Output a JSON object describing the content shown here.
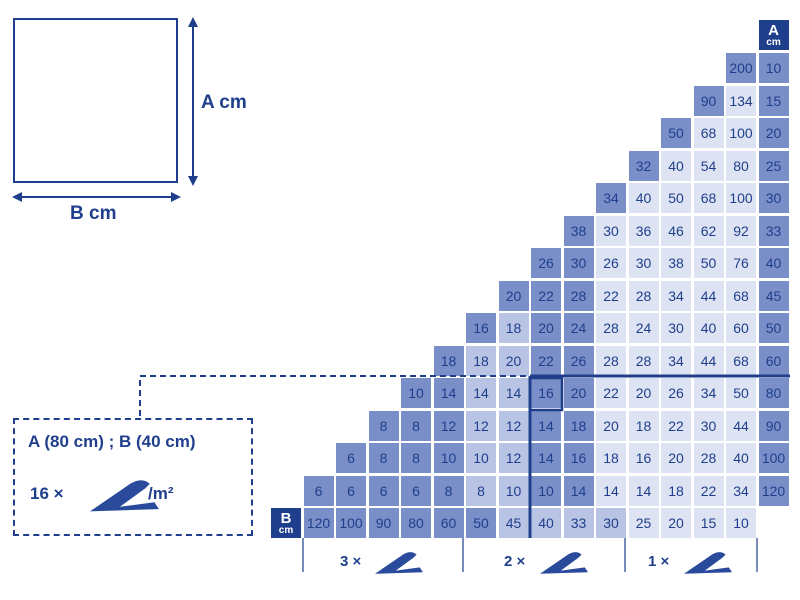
{
  "labels": {
    "a_dim": "A cm",
    "b_dim": "B cm",
    "a_header_letter": "A",
    "a_header_unit": "cm",
    "b_header_letter": "B",
    "b_header_unit": "cm"
  },
  "example": {
    "title": "A (80 cm) ; B (40 cm)",
    "count": "16 ×",
    "unit": "/m²"
  },
  "zones": [
    {
      "label": "3 ×"
    },
    {
      "label": "2 ×"
    },
    {
      "label": "1 ×"
    }
  ],
  "colors": {
    "dark": "#1f3f8c",
    "zone3": "#7a8fc8",
    "zone2": "#b9c4e4",
    "zone1": "#dde3f3"
  },
  "icons": [
    "wedge-icon"
  ],
  "table": {
    "a_values": [
      "10",
      "15",
      "20",
      "25",
      "30",
      "33",
      "40",
      "45",
      "50",
      "60",
      "80",
      "90",
      "100",
      "120"
    ],
    "b_values": [
      "120",
      "100",
      "90",
      "80",
      "60",
      "50",
      "45",
      "40",
      "33",
      "30",
      "25",
      "20",
      "15",
      "10"
    ],
    "rows": [
      [
        "200"
      ],
      [
        "90",
        "134"
      ],
      [
        "50",
        "68",
        "100"
      ],
      [
        "32",
        "40",
        "54",
        "80"
      ],
      [
        "34",
        "40",
        "50",
        "68",
        "100"
      ],
      [
        "38",
        "30",
        "36",
        "46",
        "62",
        "92"
      ],
      [
        "26",
        "30",
        "26",
        "30",
        "38",
        "50",
        "76"
      ],
      [
        "20",
        "22",
        "28",
        "22",
        "28",
        "34",
        "44",
        "68"
      ],
      [
        "16",
        "18",
        "20",
        "24",
        "28",
        "24",
        "30",
        "40",
        "60"
      ],
      [
        "18",
        "18",
        "20",
        "22",
        "26",
        "28",
        "28",
        "34",
        "44",
        "68"
      ],
      [
        "10",
        "14",
        "14",
        "14",
        "16",
        "20",
        "22",
        "20",
        "26",
        "34",
        "50"
      ],
      [
        "8",
        "8",
        "12",
        "12",
        "12",
        "14",
        "18",
        "20",
        "18",
        "22",
        "30",
        "44"
      ],
      [
        "6",
        "8",
        "8",
        "10",
        "10",
        "12",
        "14",
        "16",
        "18",
        "16",
        "20",
        "28",
        "40"
      ],
      [
        "6",
        "6",
        "6",
        "6",
        "8",
        "8",
        "10",
        "10",
        "14",
        "14",
        "14",
        "18",
        "22",
        "34"
      ]
    ]
  }
}
